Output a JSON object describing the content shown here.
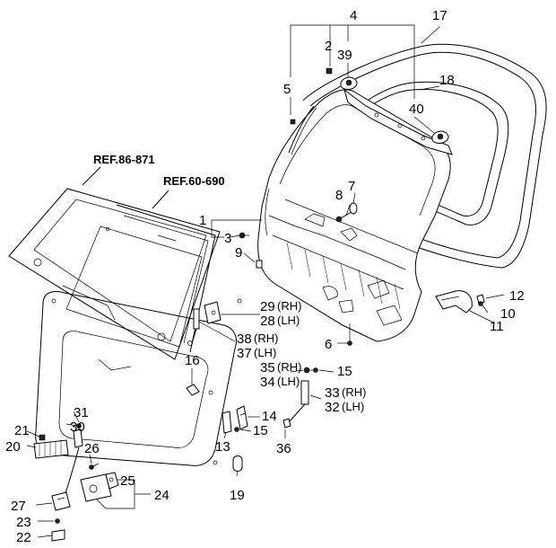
{
  "references": {
    "ref_a": "REF.86-871",
    "ref_b": "REF.60-690"
  },
  "callouts": {
    "n1": "1",
    "n2": "2",
    "n3": "3",
    "n4": "4",
    "n5": "5",
    "n6": "6",
    "n7": "7",
    "n8": "8",
    "n9": "9",
    "n10": "10",
    "n11": "11",
    "n12": "12",
    "n13": "13",
    "n14": "14",
    "n15a": "15",
    "n15b": "15",
    "n16": "16",
    "n17": "17",
    "n18": "18",
    "n19": "19",
    "n20": "20",
    "n21": "21",
    "n22": "22",
    "n23": "23",
    "n24": "24",
    "n25": "25",
    "n26": "26",
    "n27": "27",
    "n28": "28",
    "n29": "29",
    "n30": "30",
    "n31": "31",
    "n32": "32",
    "n33": "33",
    "n34": "34",
    "n35": "35",
    "n36": "36",
    "n37": "37",
    "n38": "38",
    "n39": "39",
    "n40": "40"
  },
  "side_tags": {
    "rh": "(RH)",
    "lh": "(LH)"
  }
}
